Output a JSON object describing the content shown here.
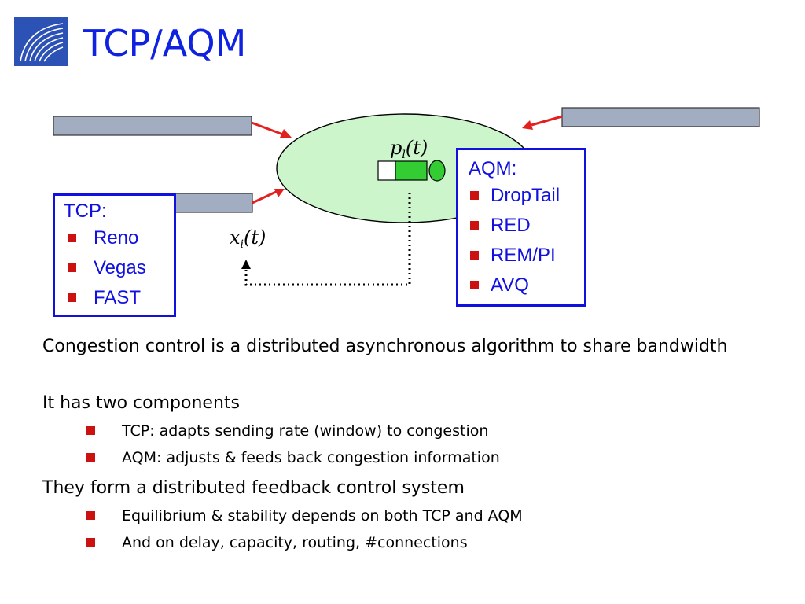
{
  "slide": {
    "title": "TCP/AQM"
  },
  "diagram": {
    "price_label": {
      "var": "p",
      "sub": "l",
      "arg": "(t)"
    },
    "rate_label": {
      "var": "x",
      "sub": "i",
      "arg": "(t)"
    },
    "tcp_box": {
      "heading": "TCP:",
      "items": [
        "Reno",
        "Vegas",
        "FAST"
      ]
    },
    "aqm_box": {
      "heading": "AQM:",
      "items": [
        "DropTail",
        "RED",
        "REM/PI",
        "AVQ"
      ]
    }
  },
  "bullets": [
    {
      "text": "Congestion control is a distributed asynchronous algorithm to share bandwidth",
      "sub": []
    },
    {
      "text": "It has two components",
      "sub": [
        "TCP: adapts sending rate (window) to congestion",
        "AQM: adjusts & feeds back congestion information"
      ]
    },
    {
      "text": "They form a distributed feedback control system",
      "sub": [
        "Equilibrium & stability depends on both TCP and AQM",
        "And on delay, capacity, routing, #connections"
      ]
    }
  ],
  "colors": {
    "title": "#0f22e0",
    "box_border": "#1010e0",
    "bullet": "#cc1111",
    "cloud": "#ccf5cc",
    "host_bar": "#a3adc2",
    "arrow": "#e32020",
    "queue_fill": "#33cc33"
  }
}
